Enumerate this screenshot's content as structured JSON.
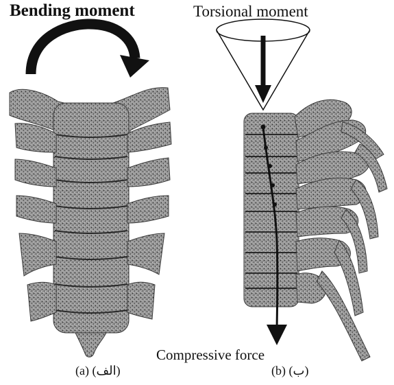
{
  "panel_a": {
    "annotation": "Bending moment",
    "caption_prefix": "(a) ",
    "caption_rtl": "(الف)"
  },
  "panel_b": {
    "annotation_top": "Torsional moment",
    "annotation_bottom": "Compressive force",
    "caption_prefix": "(b) ",
    "caption_rtl": "(ب)"
  },
  "colors": {
    "bone_fill": "#8f8f8f",
    "bone_dark": "#3a3a3a",
    "arrow": "#111111",
    "background": "#ffffff"
  },
  "icons": {
    "bending_arrow": "curved-arrow-icon",
    "torsion_cone": "cone-icon",
    "force_arrow": "down-arrow-icon"
  }
}
